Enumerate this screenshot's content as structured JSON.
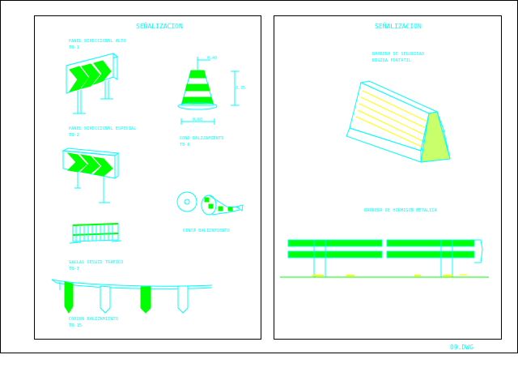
{
  "left_sheet": {
    "title": "SEÑALIZACION",
    "labels": {
      "panel_alto": "PANEL DIRECCIONAL ALTO",
      "panel_alto_code": "TB-1",
      "panel_especial": "PANEL DIRECCIONAL ESPECIAL",
      "panel_especial_code": "TB-2",
      "cono": "CONO BALIZAMIENTO",
      "cono_code": "TB-6",
      "cinta": "CINTA BALIZAMIENTO",
      "vallas": "VALLAS DESVIO TRAFICO",
      "vallas_code": "TB-3",
      "cordon": "CORDON BALIZAMIENTO",
      "cordon_code": "TB-15"
    },
    "dims": {
      "cone_top": "0.40",
      "cone_side": "0.75",
      "cone_base": "0.60"
    }
  },
  "right_sheet": {
    "title": "SEÑALIZACION",
    "labels": {
      "barrera_seg": "BARRERA DE SEGURIDAD",
      "barrera_seg_sub": "RIGIDA PORTATIL",
      "barrera_metal": "BARRERA DE HORMIGON METALICA"
    }
  },
  "footer": {
    "filename": "09.DWG"
  },
  "colors": {
    "line": "#00ffff",
    "fill": "#00ff00",
    "dim": "#ffff00",
    "frame": "#000000"
  }
}
